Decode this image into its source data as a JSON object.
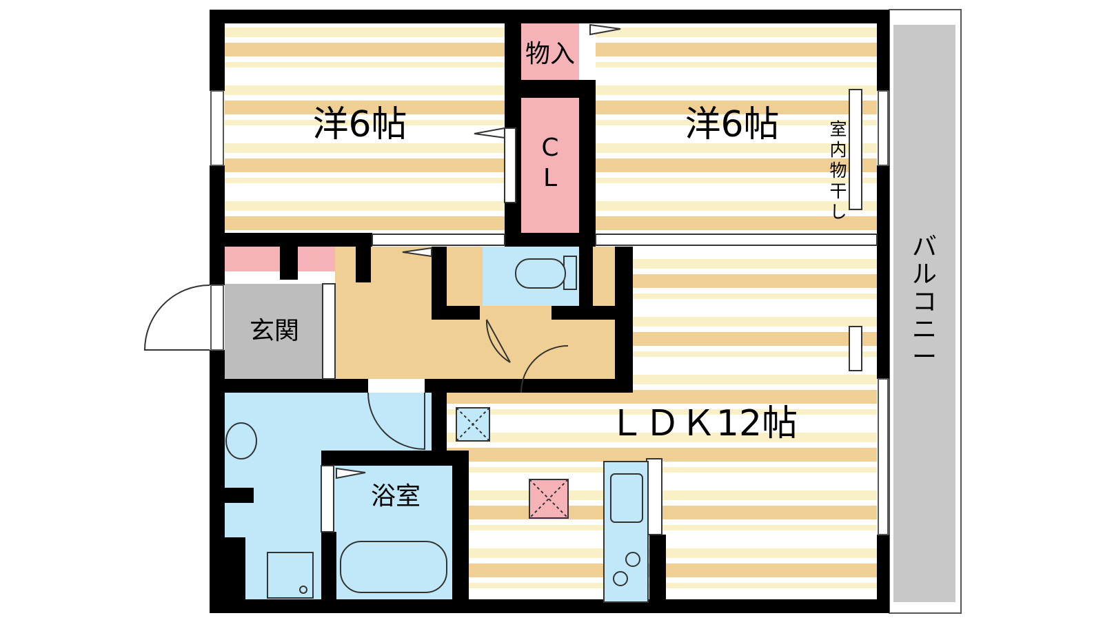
{
  "rooms": {
    "western_room_1": "洋6帖",
    "western_room_2": "洋6帖",
    "storage": "物入",
    "closet_c": "C",
    "closet_l": "L",
    "indoor_drying": [
      "室",
      "内",
      "物",
      "干",
      "し"
    ],
    "balcony": [
      "バ",
      "ル",
      "コ",
      "ニ",
      "ー"
    ],
    "entrance": "玄関",
    "ldk": "ＬＤＫ12帖",
    "bathroom": "浴室"
  },
  "colors": {
    "wall": "#000000",
    "floor_stripe": "#f0cf94",
    "floor_stripe_light": "#faf0c8",
    "storage_pink": "#f5b3b8",
    "wet_area_blue": "#c0e8f8",
    "entrance_gray": "#bdbdbd",
    "hall_tan": "#f0cf94",
    "balcony_gray": "#c8c8c8"
  }
}
